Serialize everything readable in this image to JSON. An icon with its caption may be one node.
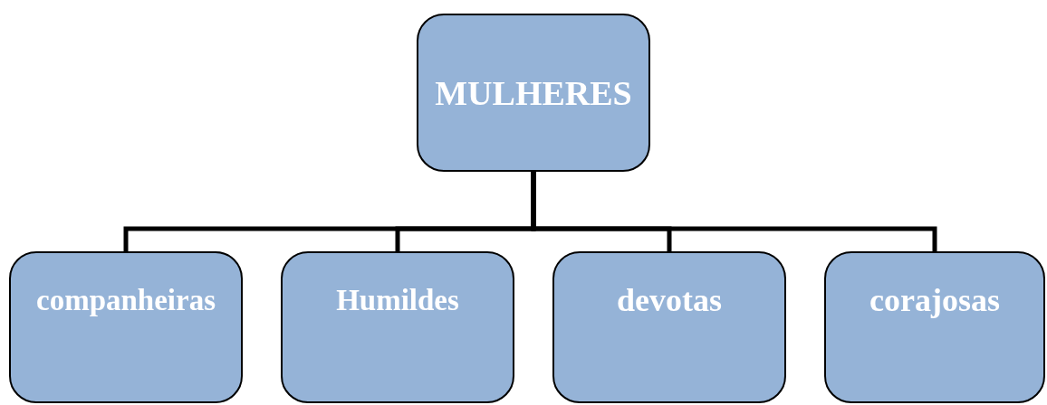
{
  "diagram": {
    "nodes": [
      {
        "text": [
          "MULHERES"
        ]
      },
      {
        "text": [
          "companheiras"
        ]
      },
      {
        "text": [
          "Humildes"
        ]
      },
      {
        "text": [
          "devotas"
        ]
      },
      {
        "text": [
          "corajosas"
        ]
      }
    ],
    "edges": [
      {
        "from": 0,
        "to": 1,
        "arrow": "none"
      },
      {
        "from": 0,
        "to": 2,
        "arrow": "none"
      },
      {
        "from": 0,
        "to": 3,
        "arrow": "none"
      },
      {
        "from": 0,
        "to": 4,
        "arrow": "none"
      }
    ]
  }
}
